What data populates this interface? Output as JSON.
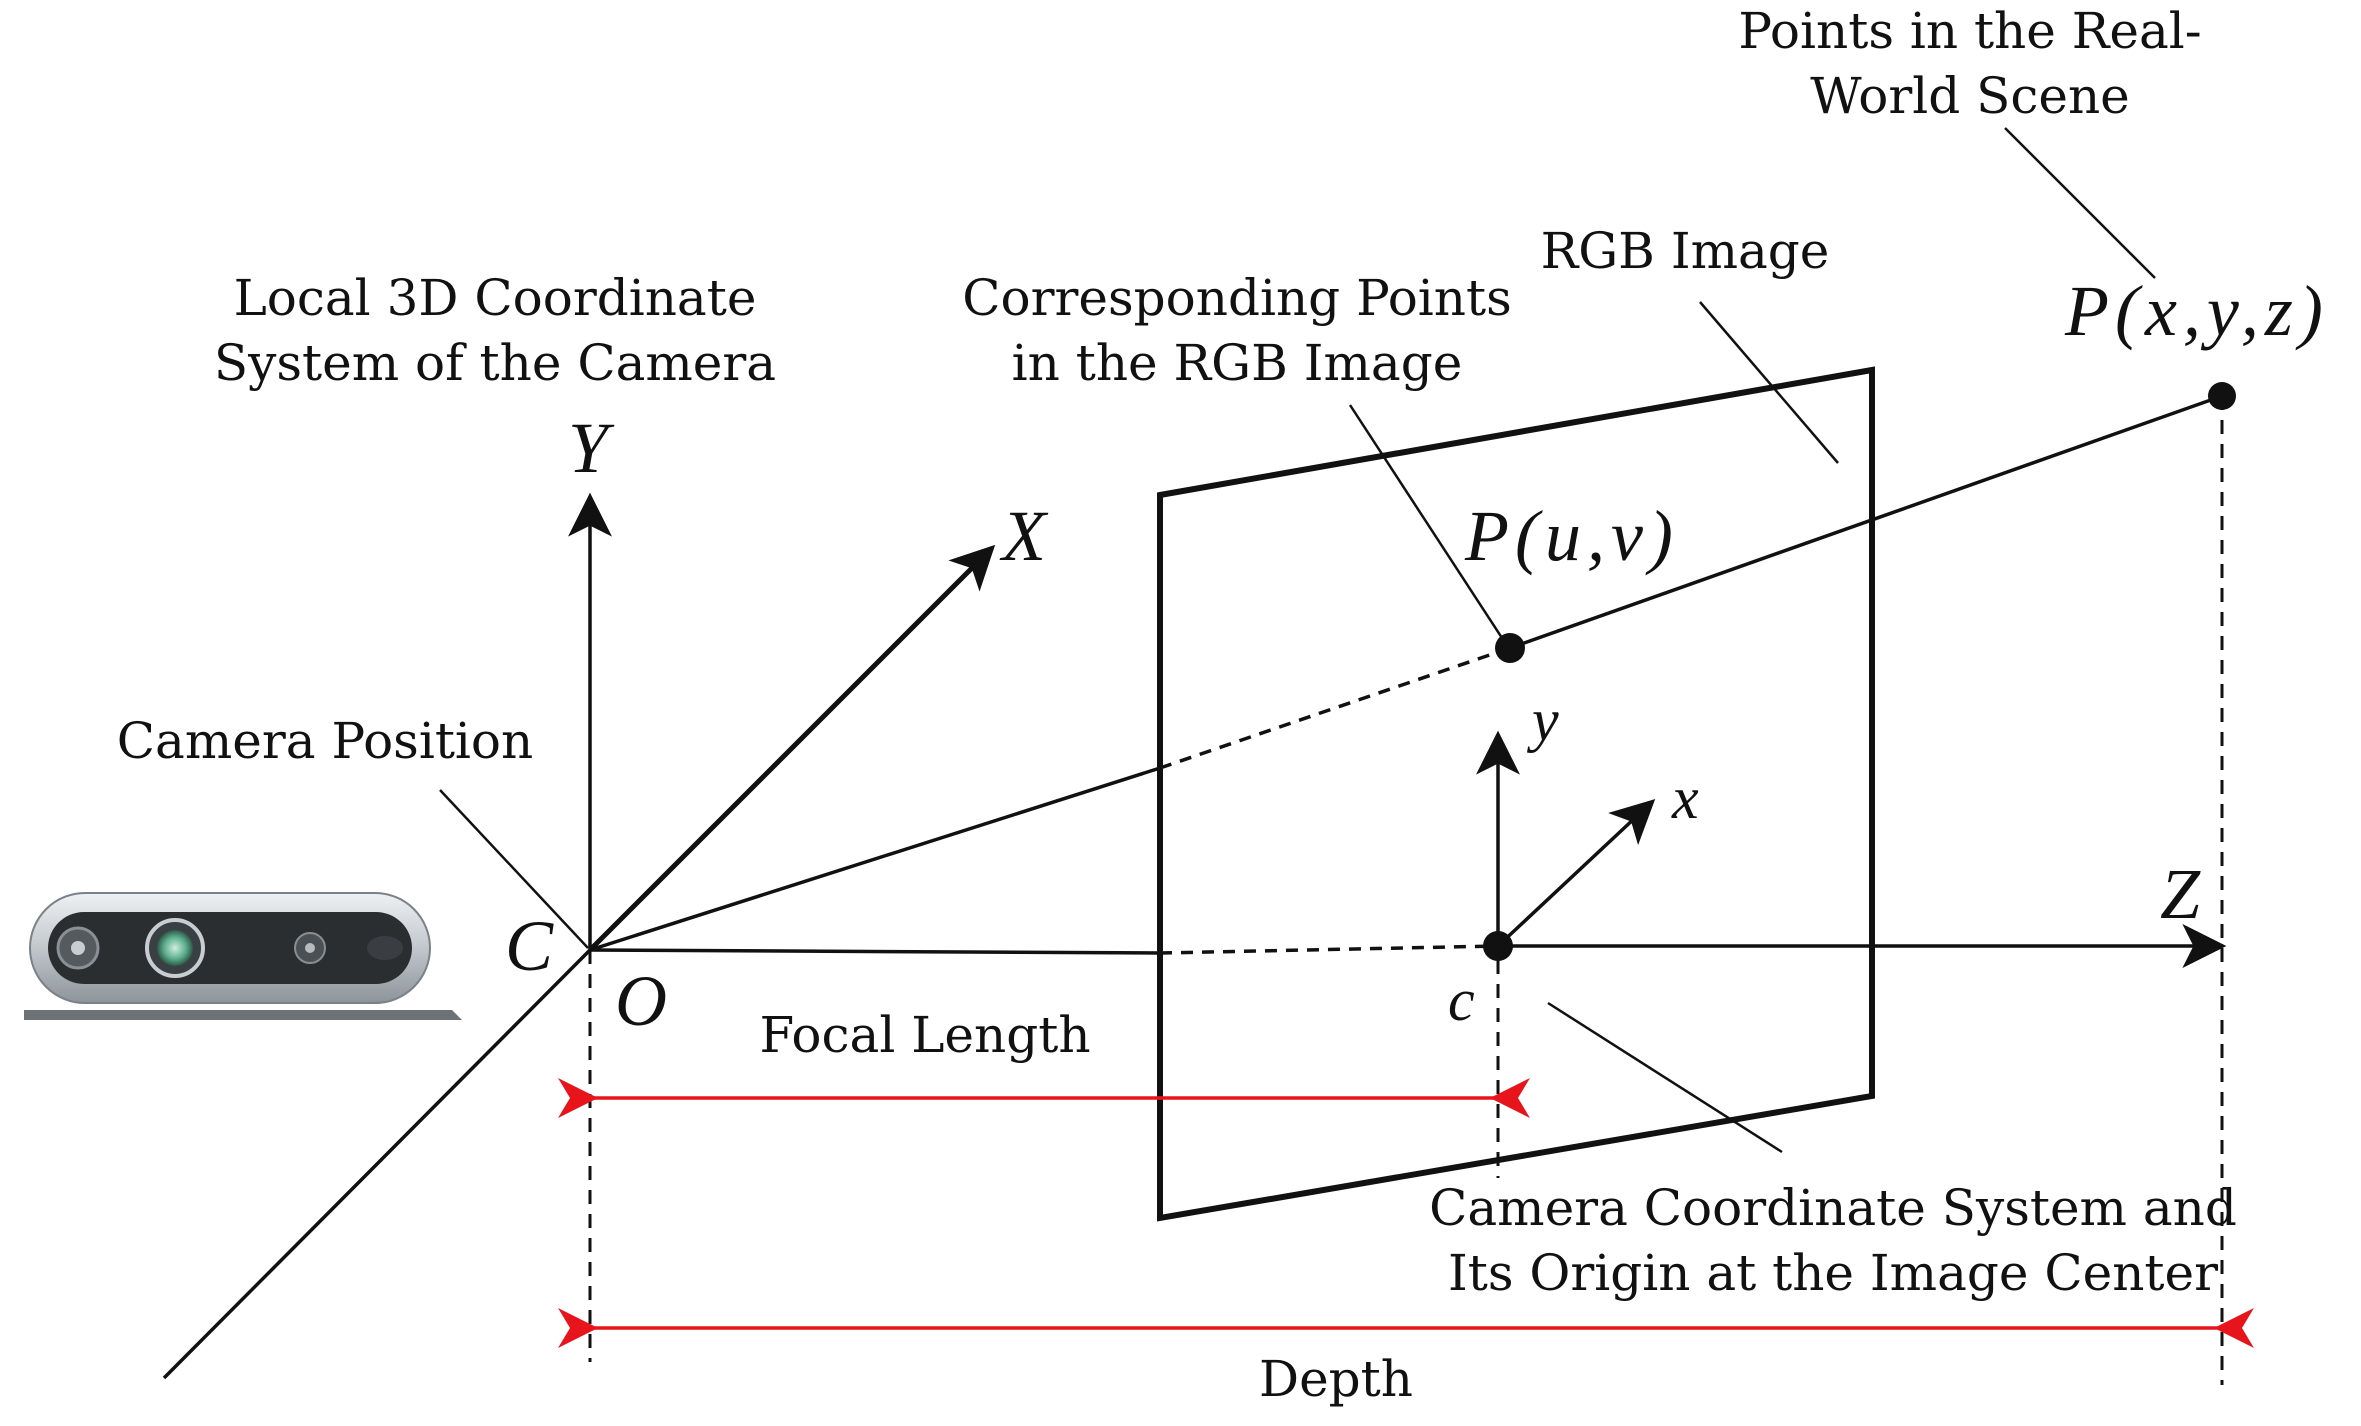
{
  "labels": {
    "real_world_points_line1": "Points in the Real-",
    "real_world_points_line2": "World Scene",
    "rgb_image": "RGB Image",
    "local_3d_line1": "Local 3D Coordinate",
    "local_3d_line2": "System of the Camera",
    "corresponding_line1": "Corresponding Points",
    "corresponding_line2": "in the RGB Image",
    "camera_position": "Camera Position",
    "focal_length": "Focal Length",
    "camera_coord_line1": "Camera Coordinate System and",
    "camera_coord_line2": "Its Origin at the Image Center",
    "depth": "Depth"
  },
  "symbols": {
    "world_point": "P(x,y,z)",
    "image_point": "P(u,v)",
    "axis_Y": "Y",
    "axis_X": "X",
    "axis_Z": "Z",
    "camera_center": "C",
    "origin": "O",
    "image_center": "c",
    "axis_y": "y",
    "axis_x": "x"
  },
  "colors": {
    "line": "#111111",
    "dimension_arrow": "#e8141b",
    "background": "#ffffff"
  }
}
